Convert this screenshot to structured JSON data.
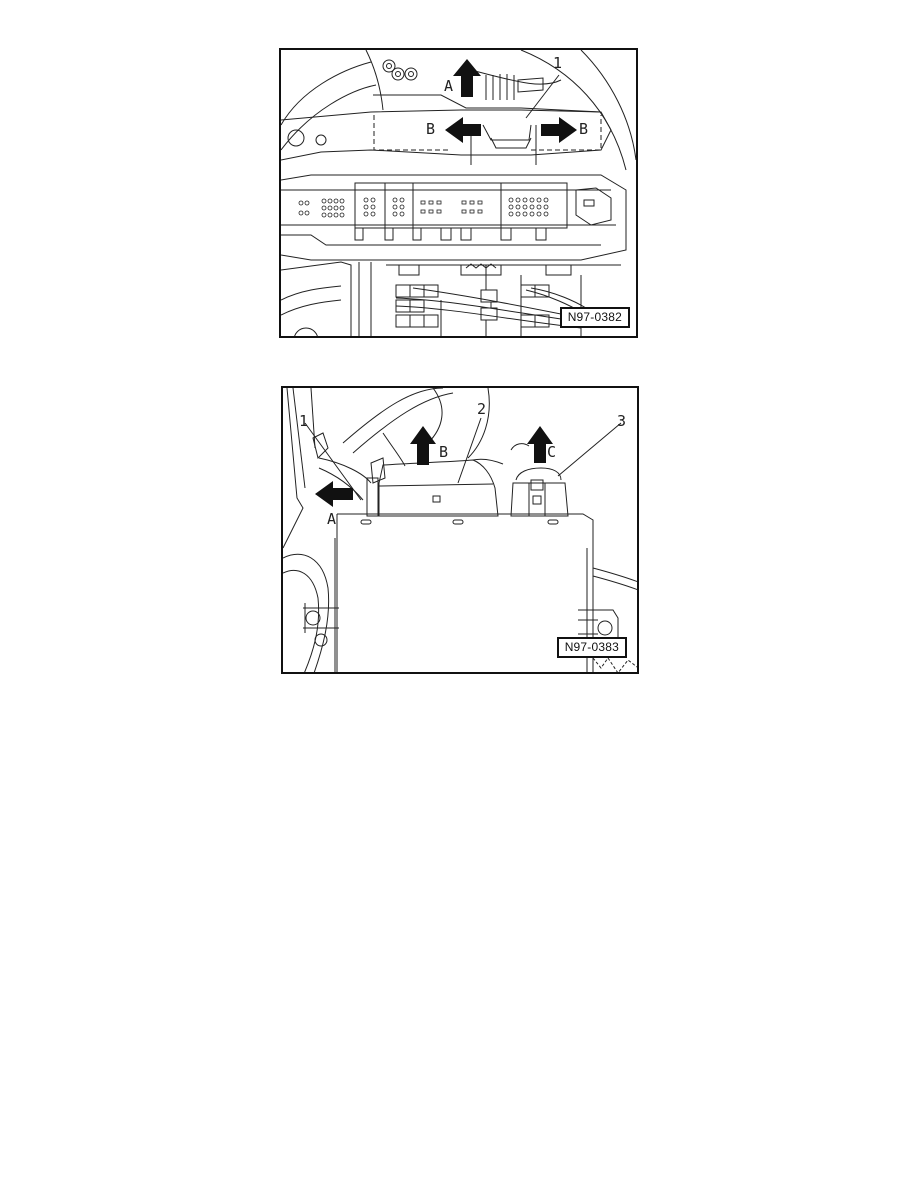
{
  "figures": [
    {
      "id": "N97-0382",
      "callouts": {
        "part_1": "1",
        "arrow_a": "A",
        "arrow_b_left": "B",
        "arrow_b_right": "B"
      }
    },
    {
      "id": "N97-0383",
      "callouts": {
        "part_1": "1",
        "part_2": "2",
        "part_3": "3",
        "arrow_a": "A",
        "arrow_b": "B",
        "arrow_c": "C"
      }
    }
  ]
}
